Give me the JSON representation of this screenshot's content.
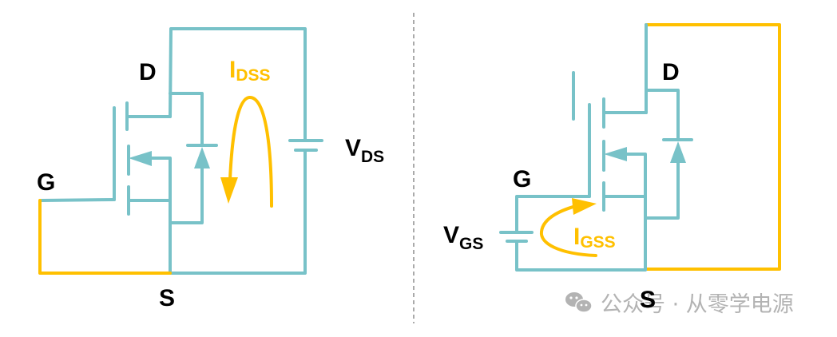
{
  "colors": {
    "wire": "#78C2C8",
    "current_path": "#FFC000",
    "text": "#000000",
    "watermark": "#b3b3b3"
  },
  "left_circuit": {
    "name": "IDSS test circuit",
    "terminal_labels": {
      "drain": "D",
      "gate": "G",
      "source": "S"
    },
    "current_label": {
      "main": "I",
      "sub": "DSS"
    },
    "voltage_label": {
      "main": "V",
      "sub": "DS"
    },
    "gate_source_shorted": true
  },
  "right_circuit": {
    "name": "IGSS test circuit",
    "terminal_labels": {
      "drain": "D",
      "gate": "G",
      "source": "S"
    },
    "current_label": {
      "main": "I",
      "sub": "GSS"
    },
    "voltage_label": {
      "main": "V",
      "sub": "GS"
    },
    "drain_source_shorted": true
  },
  "watermark": {
    "icon": "wechat-icon",
    "text": "公众号 · 从零学电源"
  }
}
